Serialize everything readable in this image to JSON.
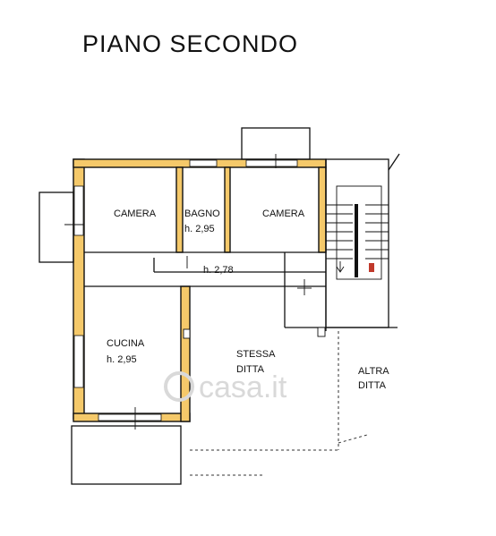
{
  "plan": {
    "title": "PIANO  SECONDO",
    "watermark": "casa.it",
    "wall_color": "#f5c96a",
    "rooms": {
      "camera_left": {
        "name": "CAMERA"
      },
      "bagno": {
        "name": "BAGNO",
        "height": "h.  2,95"
      },
      "camera_right": {
        "name": "CAMERA"
      },
      "corridoio": {
        "height": "h. 2,78"
      },
      "cucina": {
        "name": "CUCINA",
        "height": "h.  2,95"
      },
      "stessa_ditta": {
        "line1": "STESSA",
        "line2": "DITTA"
      },
      "altra_ditta": {
        "line1": "ALTRA",
        "line2": "DITTA"
      }
    }
  }
}
